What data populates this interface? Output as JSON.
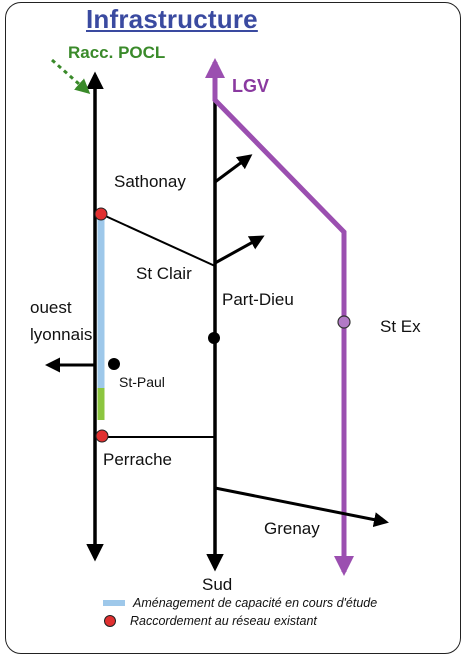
{
  "title": "Infrastructure",
  "labels": {
    "racc_pocl": "Racc. POCL",
    "lgv": "LGV",
    "sathonay": "Sathonay",
    "st_clair": "St Clair",
    "part_dieu": "Part-Dieu",
    "st_ex": "St Ex",
    "ouest": "ouest",
    "lyonnais": "lyonnais",
    "st_paul": "St-Paul",
    "perrache": "Perrache",
    "grenay": "Grenay",
    "sud": "Sud"
  },
  "legend": [
    {
      "label": "Aménagement de capacité en cours d'étude",
      "symbol": "blue-bar"
    },
    {
      "label": "Raccordement au réseau existant",
      "symbol": "red-dot"
    }
  ],
  "colors": {
    "title": "#3a4aa0",
    "track": "#000000",
    "lgv": "#9b4fb0",
    "pocl": "#3a8a2a",
    "capacity": "#9ec8ea",
    "capacity_green": "#8cc63f",
    "connection": "#e03030"
  }
}
